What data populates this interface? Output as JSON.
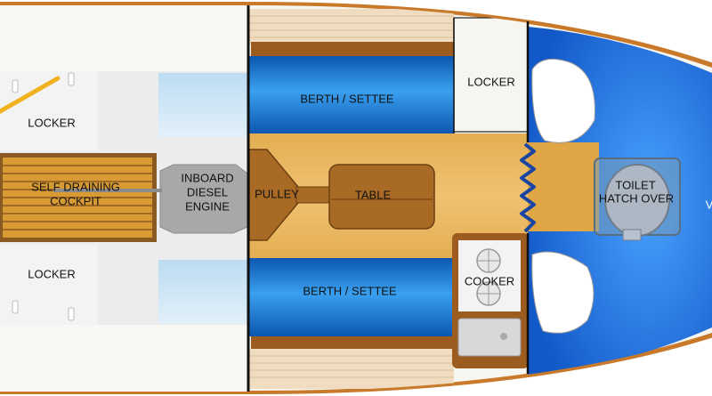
{
  "labels": {
    "locker_aft_top": "LOCKER",
    "locker_aft_bottom": "LOCKER",
    "cockpit_line1": "SELF DRAINING",
    "cockpit_line2": "COCKPIT",
    "engine_line1": "INBOARD",
    "engine_line2": "DIESEL",
    "engine_line3": "ENGINE",
    "pulley": "PULLEY",
    "table": "TABLE",
    "berth_top": "BERTH / SETTEE",
    "berth_bottom": "BERTH / SETTEE",
    "locker_fwd": "LOCKER",
    "cooker": "COOKER",
    "toilet": "TOILET",
    "hatch": "HATCH OVER",
    "v_berth_cut": "V"
  },
  "colors": {
    "hull_outline": "#c87a2a",
    "hull_fill": "#f7f6f1",
    "deck_grey": "#ececec",
    "wood": "#d89a33",
    "wood_dark": "#8a4e1a",
    "floor": "#dfa94a",
    "berth_blue": "#1a78d0",
    "forepeak_blue": "#1e6fd6",
    "bulkhead": "#111111",
    "accordion_door": "#1a46a0",
    "pale_blue": "#cfe5f5"
  }
}
